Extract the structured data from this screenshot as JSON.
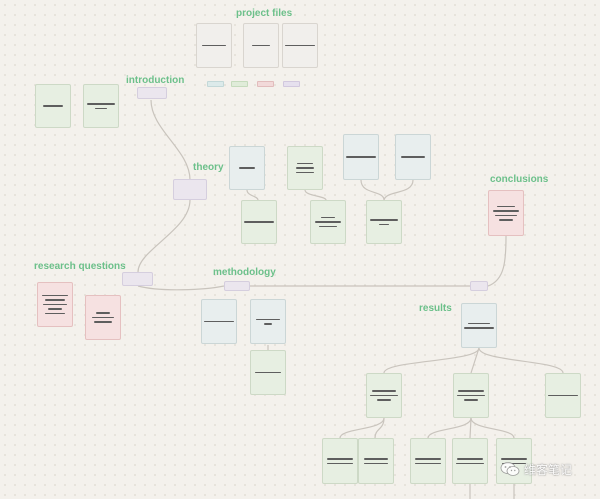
{
  "labels": {
    "project_files": "project files",
    "introduction": "introduction",
    "theory": "theory",
    "conclusions": "conclusions",
    "research_questions": "research questions",
    "methodology": "methodology",
    "results": "results"
  },
  "palette": {
    "heading": "#6cc08a",
    "card_green": "#e7efe2",
    "card_blue": "#e8eeee",
    "card_white": "#f1efec",
    "card_red": "#f6e1e1",
    "group_box": "#ebe6ee",
    "edge": "#c9c4bd",
    "background": "#f4f1ec"
  },
  "legend_chips": [
    {
      "name": "blue",
      "color": "#dceaea"
    },
    {
      "name": "green",
      "color": "#e0ecd9"
    },
    {
      "name": "red",
      "color": "#f2d9d9"
    },
    {
      "name": "purple",
      "color": "#e6e0ee"
    }
  ],
  "watermark": {
    "icon": "wechat-icon",
    "text": "维客笔记"
  }
}
